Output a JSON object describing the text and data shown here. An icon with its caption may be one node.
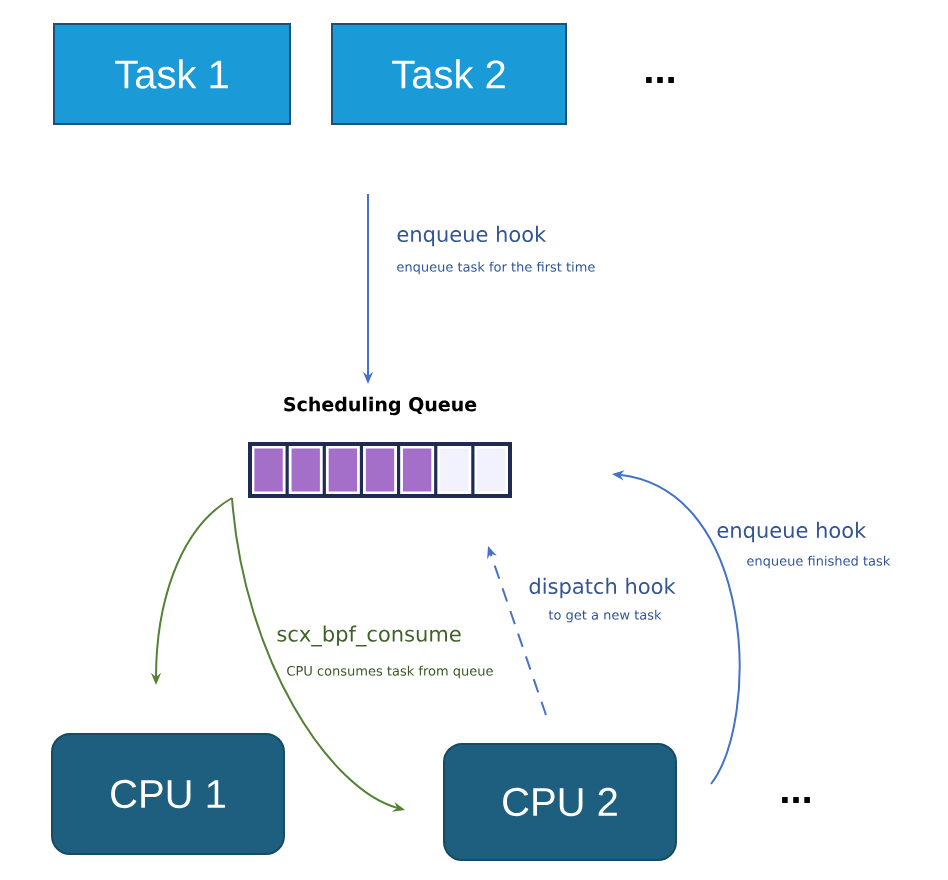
{
  "diagram": {
    "nodes": [
      {
        "text": [
          "Task 1"
        ]
      },
      {
        "text": [
          "Task 2"
        ]
      },
      {
        "text": [
          "Scheduling Queue"
        ]
      },
      {
        "text": [
          "CPU 1"
        ]
      },
      {
        "text": [
          "CPU 2"
        ]
      }
    ],
    "edges": [
      {
        "from": null,
        "to": 2,
        "arrow": "to",
        "label": "enqueue hook"
      },
      {
        "from": 2,
        "to": 3,
        "arrow": "to",
        "color": "#548235"
      },
      {
        "from": 2,
        "to": 4,
        "arrow": "to",
        "color": "#548235",
        "label": "scx_bpf_consume"
      },
      {
        "from": 4,
        "to": 2,
        "arrow": "to",
        "style": "dashed",
        "label": "dispatch hook"
      },
      {
        "from": 4,
        "to": 2,
        "arrow": "to",
        "label": "enqueue hook"
      }
    ],
    "labels": [
      "...",
      "enqueue task for the first time",
      "enqueue finished task",
      "to get a new task",
      "CPU consumes task from queue",
      "..."
    ]
  }
}
